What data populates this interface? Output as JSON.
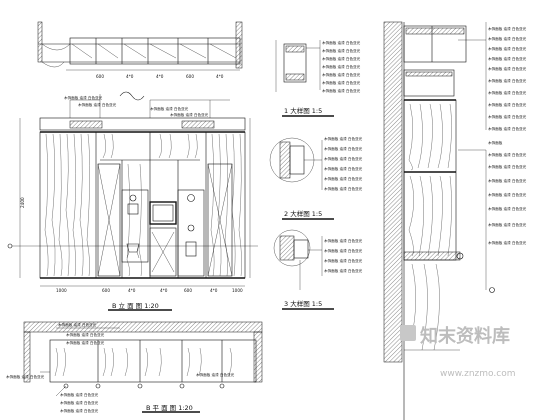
{
  "elevation": {
    "top_dims": [
      "600",
      "4*0",
      "4*0",
      "600",
      "4*0"
    ],
    "bottom_dims": [
      "1000",
      "600",
      "4*0",
      "4*0",
      "600",
      "4*0",
      "1000"
    ],
    "height_dim": "2400",
    "title": "B 立 面 图 1:20"
  },
  "plan": {
    "title": "B 平 面 图 1:20"
  },
  "details": [
    {
      "title": "1  大样图 1:5"
    },
    {
      "title": "2  大样图 1:5"
    },
    {
      "title": "3  大样图 1:5"
    }
  ],
  "callouts": {
    "generic": "木饰面板 油漆 白色亚光",
    "short": "木饰面板"
  },
  "watermark": {
    "brand": "知末资料库",
    "url": "www.znzmo.com"
  }
}
